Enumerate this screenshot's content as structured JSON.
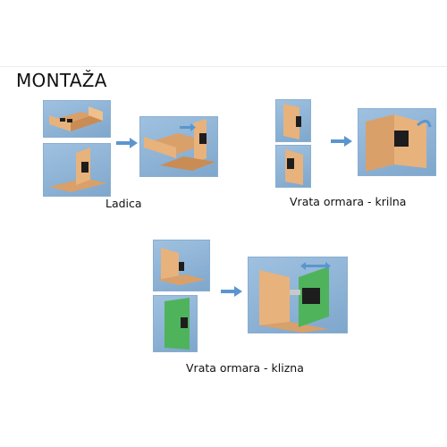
{
  "title": "MONTAŽA",
  "sections": [
    {
      "caption": "Ladica"
    },
    {
      "caption": "Vrata ormara - krilna"
    },
    {
      "caption": "Vrata ormara - klizna"
    }
  ],
  "colors": {
    "panel_bg": "#8fb4d7",
    "wood": "#e8b27c",
    "wood_dark": "#c98c55",
    "door_green": "#4fb35c",
    "arrow": "#5b95cf",
    "hardware": "#1d1d1d"
  },
  "icons": [
    "arrow-right-icon",
    "motion-arrow-icon"
  ]
}
